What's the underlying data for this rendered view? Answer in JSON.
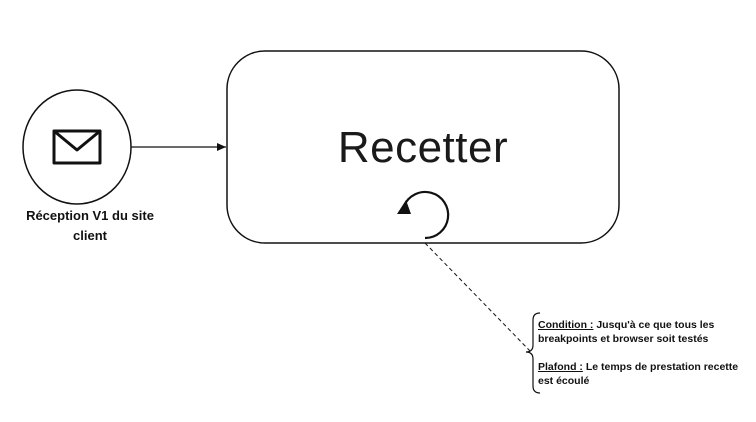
{
  "start_event": {
    "label": "Réception V1 du site client",
    "icon": "envelope-icon"
  },
  "task": {
    "label": "Recetter",
    "marker": "loop-marker-icon"
  },
  "annotation": {
    "condition_key": "Condition :",
    "condition_text": "Jusqu'à ce que tous les breakpoints et browser soit testés",
    "ceiling_key": "Plafond :",
    "ceiling_text": "Le temps de prestation recette est écoulé"
  },
  "colors": {
    "stroke": "#111111",
    "background": "#ffffff"
  }
}
